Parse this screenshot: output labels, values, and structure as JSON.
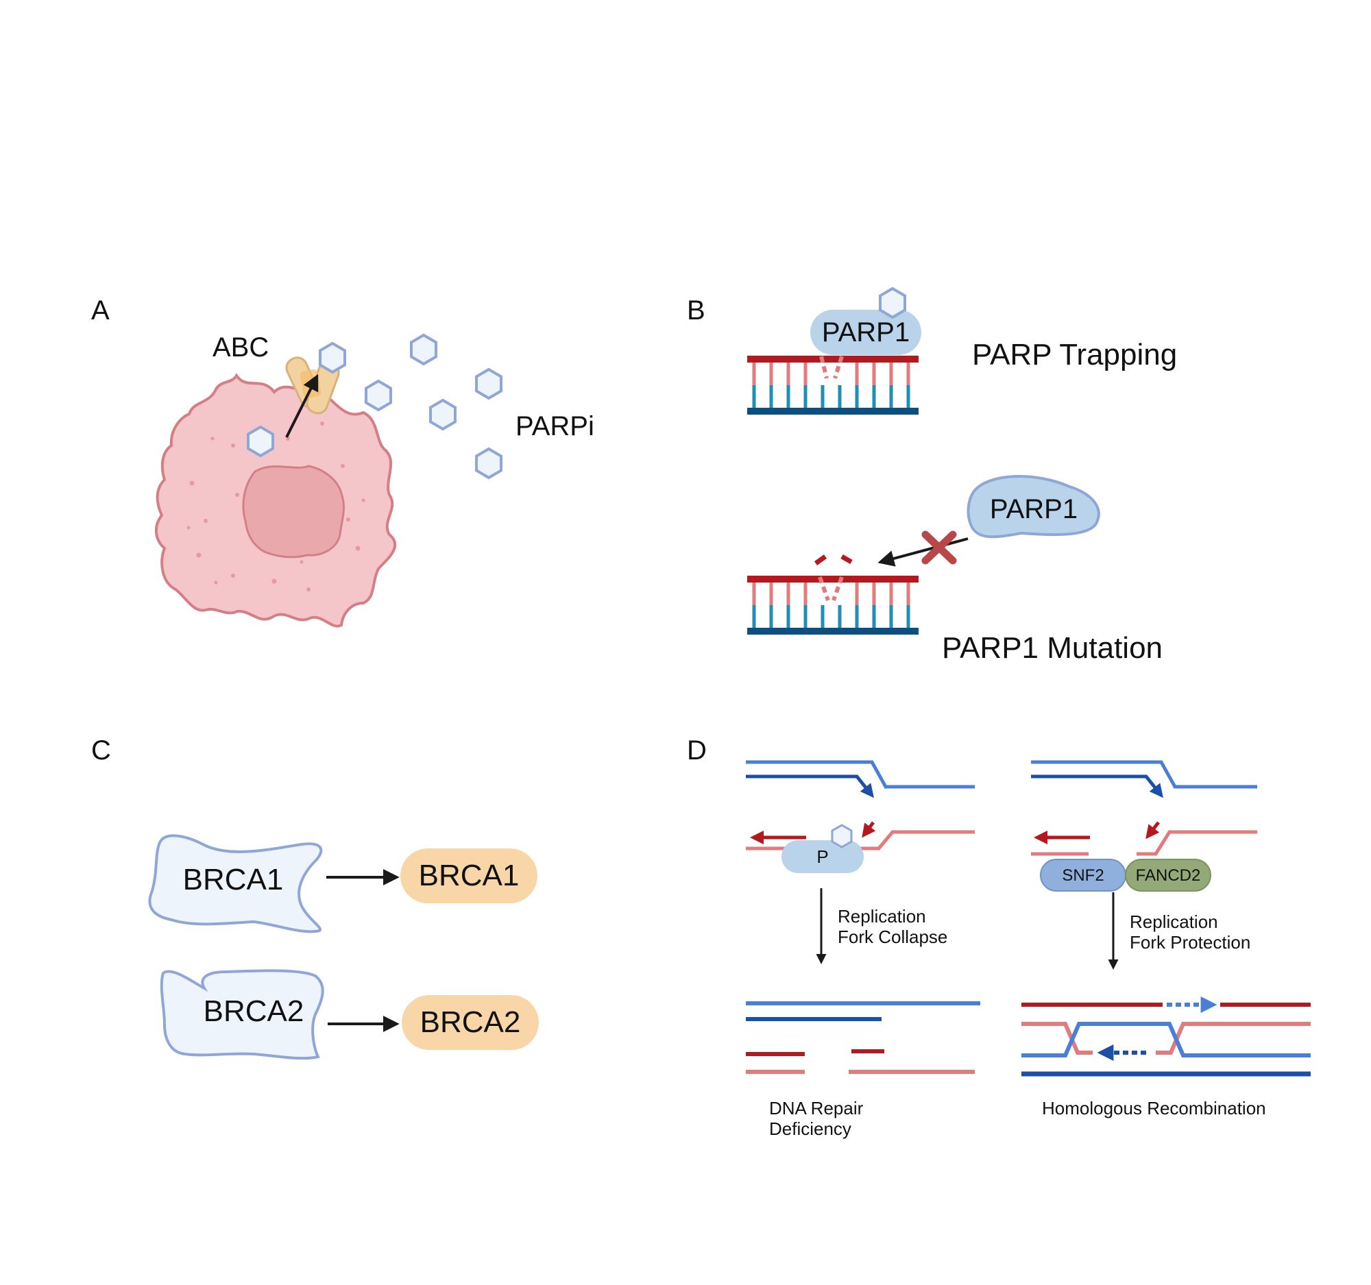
{
  "panels": {
    "a": {
      "label": "A",
      "transporter_label": "ABC",
      "drug_label": "PARPi"
    },
    "b": {
      "label": "B",
      "trapped_protein": "PARP1",
      "trapping_label": "PARP Trapping",
      "free_protein": "PARP1",
      "mutation_label": "PARP1 Mutation"
    },
    "c": {
      "label": "C",
      "brca1_from": "BRCA1",
      "brca1_to": "BRCA1",
      "brca2_from": "BRCA2",
      "brca2_to": "BRCA2"
    },
    "d": {
      "label": "D",
      "parp_short": "P",
      "collapse_line1": "Replication",
      "collapse_line2": "Fork Collapse",
      "outcome_left_line1": "DNA Repair",
      "outcome_left_line2": "Deficiency",
      "snf2": "SNF2",
      "fancd2": "FANCD2",
      "protection_line1": "Replication",
      "protection_line2": "Fork Protection",
      "outcome_right": "Homologous Recombination"
    }
  },
  "colors": {
    "cell_fill": "#f4c6c9",
    "cell_stroke": "#d47e86",
    "nucleus_fill": "#e9a8ab",
    "hexagon_fill": "#eef4fc",
    "hexagon_stroke": "#8fa6d6",
    "transporter": "#f2d3a0",
    "parp_fill": "#b9d3ea",
    "brca_blob_fill": "#eef4fc",
    "brca_blob_stroke": "#8fa6d6",
    "brca_pill": "#f8d6a8",
    "dna_dark_red": "#b3191f",
    "dna_light_red": "#e27b7d",
    "dna_blue": "#4a7fd8",
    "dna_dark_blue": "#1c4fa8",
    "dna_teal": "#1f8fb5",
    "dna_navy": "#0d4f7f",
    "snf2_fill": "#8fb0dc",
    "fancd2_fill": "#93aa78",
    "cross_red": "#b8474a"
  }
}
